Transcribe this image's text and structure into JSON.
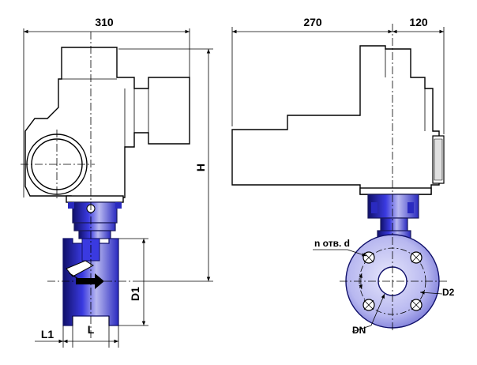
{
  "dimensions": {
    "width_left": "310",
    "width_right_a": "270",
    "width_right_b": "120",
    "height": "H",
    "d1": "D1",
    "l1": "L1",
    "l": "L",
    "holes": "n отв. d",
    "d2": "D2",
    "dn": "DN"
  },
  "colors": {
    "valve_blue": "#3a3ae0",
    "valve_dark": "#10106a",
    "valve_light": "#b8b8f0"
  }
}
